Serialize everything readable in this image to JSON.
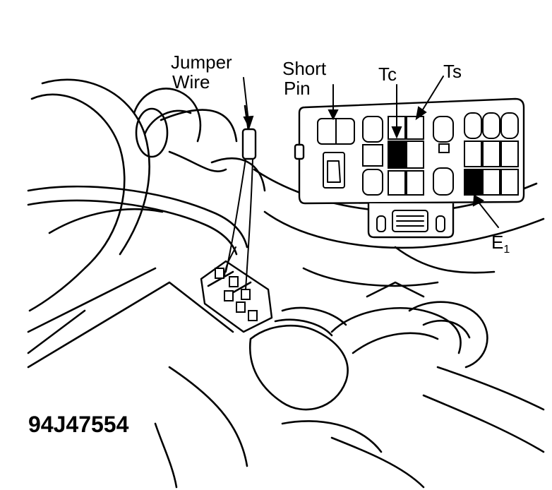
{
  "labels": {
    "jumper_wire_line1": "Jumper",
    "jumper_wire_line2": "Wire",
    "short_pin_line1": "Short",
    "short_pin_line2": "Pin",
    "tc": "Tc",
    "ts": "Ts",
    "e1_main": "E",
    "e1_sub": "1"
  },
  "figure_code": "94J47554",
  "terminals": [
    {
      "id": "Tc",
      "highlighted": true
    },
    {
      "id": "E1",
      "highlighted": true
    }
  ],
  "colors": {
    "ink": "#000000",
    "paper": "#ffffff"
  }
}
